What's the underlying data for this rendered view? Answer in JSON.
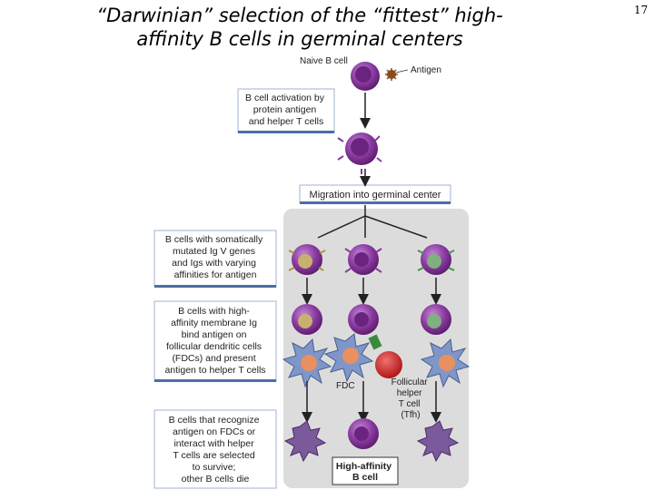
{
  "slide": {
    "title_line1": "“Darwinian” selection of the “fittest” high-",
    "title_line2": "affinity B cells in germinal centers",
    "page_number": "17"
  },
  "figure": {
    "top_labels": {
      "naive": "Naive B cell",
      "antigen": "Antigen"
    },
    "activation": [
      "B cell activation by",
      "protein antigen",
      "and helper T cells"
    ],
    "migration": "Migration into germinal center",
    "mutated": [
      "B cells with somatically",
      "mutated Ig V genes",
      "and Igs with varying",
      "affinities for antigen"
    ],
    "high_affinity": [
      "B cells with high-",
      "affinity membrane Ig",
      "bind antigen on",
      "follicular dendritic cells",
      "(FDCs) and present",
      "antigen to helper T cells"
    ],
    "selection": [
      "B cells that recognize",
      "antigen on FDCs or",
      "interact with helper",
      "T cells are selected",
      "to survive;",
      "other B cells die"
    ],
    "fdc": "FDC",
    "tfh": [
      "Follicular",
      "helper",
      "T cell",
      "(Tfh)"
    ],
    "result": [
      "High-affinity",
      "B cell"
    ],
    "colors": {
      "bcell": "#8a3aa0",
      "germinal_panel": "#dcdcdc",
      "label_box": "#ffffff",
      "label_bar": "#4a6ea8",
      "tcell": "#cc2a2a",
      "fdc": "#7f96c8"
    }
  }
}
